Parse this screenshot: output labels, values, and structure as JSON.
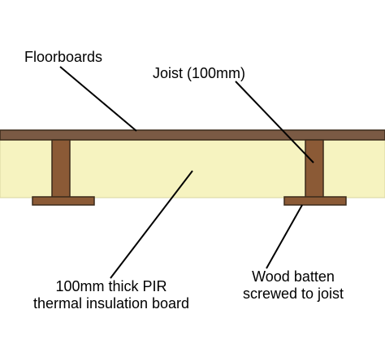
{
  "labels": {
    "floorboards": "Floorboards",
    "joist": "Joist (100mm)",
    "board_line1": "100mm thick PIR",
    "board_line2": "thermal insulation board",
    "batten_line1": "Wood batten",
    "batten_line2": "screwed to joist"
  },
  "colors": {
    "floorboard": "#7a5a44",
    "insulation": "#f6f3c0",
    "joist": "#8b5a36",
    "batten": "#8b5a36",
    "outline": "#3b2a1a",
    "leader": "#000000"
  }
}
